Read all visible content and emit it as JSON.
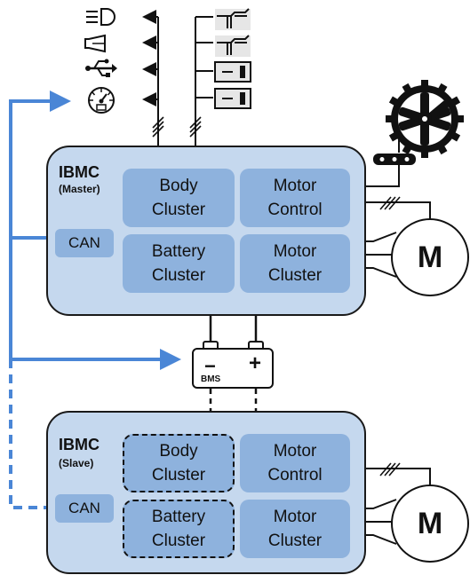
{
  "master": {
    "title": "IBMC",
    "role": "(Master)",
    "clusters": {
      "body": [
        "Body",
        "Cluster"
      ],
      "motor_control": [
        "Motor",
        "Control"
      ],
      "battery": [
        "Battery",
        "Cluster"
      ],
      "motor_cluster": [
        "Motor",
        "Cluster"
      ]
    },
    "can": "CAN",
    "motor": "M"
  },
  "slave": {
    "title": "IBMC",
    "role": "(Slave)",
    "clusters": {
      "body": [
        "Body",
        "Cluster"
      ],
      "motor_control": [
        "Motor",
        "Control"
      ],
      "battery": [
        "Battery",
        "Cluster"
      ],
      "motor_cluster": [
        "Motor",
        "Cluster"
      ]
    },
    "can": "CAN",
    "motor": "M"
  },
  "battery": {
    "minus": "−",
    "plus": "+",
    "label": "BMS"
  },
  "outputs": [
    "headlight-icon",
    "horn-icon",
    "usb-icon",
    "speedometer-icon"
  ],
  "inputs": [
    "brake-lever-icon",
    "brake-lever-icon",
    "switch-icon",
    "switch-icon"
  ],
  "colors": {
    "ibmc_fill": "#c5d8ee",
    "cluster_fill": "#8eb2dd",
    "can_bus": "#4a86d6",
    "line": "#111111"
  }
}
